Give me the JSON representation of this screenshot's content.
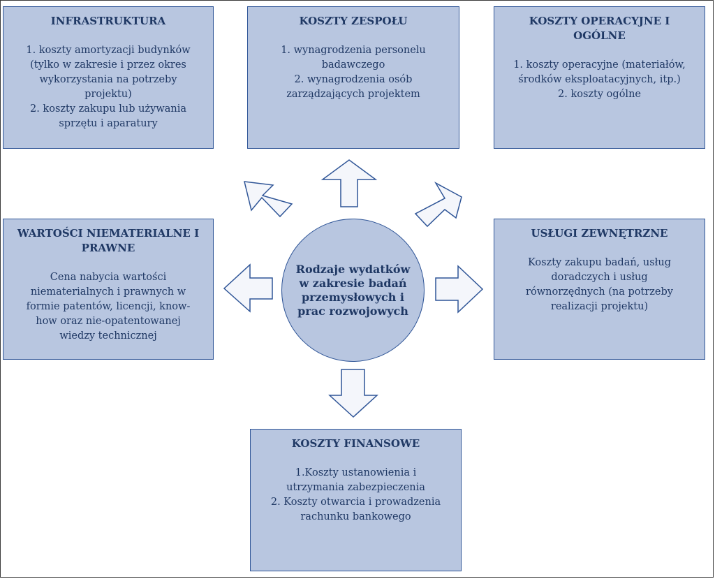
{
  "center": {
    "lines": [
      "Rodzaje wydatków",
      "w zakresie badań",
      "przemysłowych i",
      "prac rozwojowych"
    ]
  },
  "boxes": {
    "infrastruktura": {
      "title": "INFRASTRUKTURA",
      "lines": [
        "1. koszty amortyzacji budynków",
        "(tylko w zakresie i przez okres",
        "wykorzystania na potrzeby",
        "projektu)",
        "2. koszty zakupu lub używania",
        "sprzętu i aparatury"
      ]
    },
    "koszty_zespolu": {
      "title": "KOSZTY ZESPOŁU",
      "lines": [
        "1. wynagrodzenia personelu",
        "badawczego",
        "2. wynagrodzenia osób",
        "zarządzających projektem"
      ]
    },
    "koszty_operacyjne": {
      "title": "KOSZTY OPERACYJNE I OGÓLNE",
      "lines": [
        "1. koszty operacyjne (materiałów,",
        "środków eksploatacyjnych, itp.)",
        "2. koszty ogólne"
      ]
    },
    "wartosci_niematerialne": {
      "title_lines": [
        "WARTOŚCI NIEMATERIALNE I",
        "PRAWNE"
      ],
      "lines": [
        "Cena nabycia wartości",
        "niematerialnych i prawnych w",
        "formie patentów, licencji, know-",
        "how oraz nie-opatentowanej",
        "wiedzy technicznej"
      ]
    },
    "uslugi_zewnetrzne": {
      "title": "USŁUGI ZEWNĘTRZNE",
      "lines": [
        "Koszty zakupu badań, usług",
        "doradczych i usług",
        "równorzędnych (na potrzeby",
        "realizacji projektu)"
      ]
    },
    "koszty_finansowe": {
      "title": "KOSZTY FINANSOWE",
      "lines": [
        "1.Koszty ustanowienia i",
        "utrzymania zabezpieczenia",
        "2. Koszty otwarcia i prowadzenia",
        "rachunku bankowego"
      ]
    }
  },
  "colors": {
    "box_fill": "#b8c6e0",
    "box_border": "#2f5597",
    "text": "#1f3864",
    "arrow_fill": "#f4f6fb"
  }
}
